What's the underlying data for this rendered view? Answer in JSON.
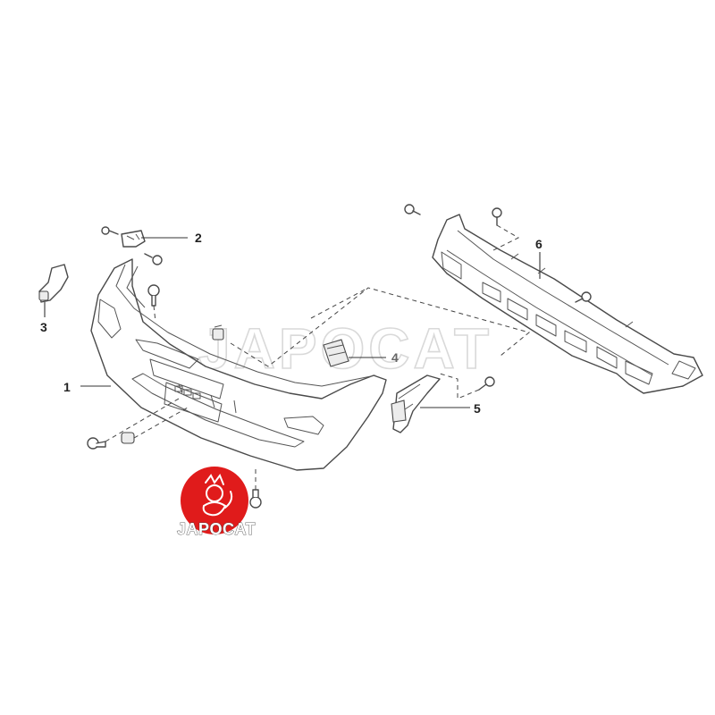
{
  "diagram": {
    "callouts": [
      {
        "id": "1",
        "label": "1"
      },
      {
        "id": "2",
        "label": "2"
      },
      {
        "id": "3",
        "label": "3"
      },
      {
        "id": "4",
        "label": "4"
      },
      {
        "id": "5",
        "label": "5"
      },
      {
        "id": "6",
        "label": "6"
      }
    ]
  },
  "watermark": {
    "text": "JAPOCAT"
  },
  "logo": {
    "text": "JAPOCAT",
    "circle_color": "#e01b1b"
  }
}
